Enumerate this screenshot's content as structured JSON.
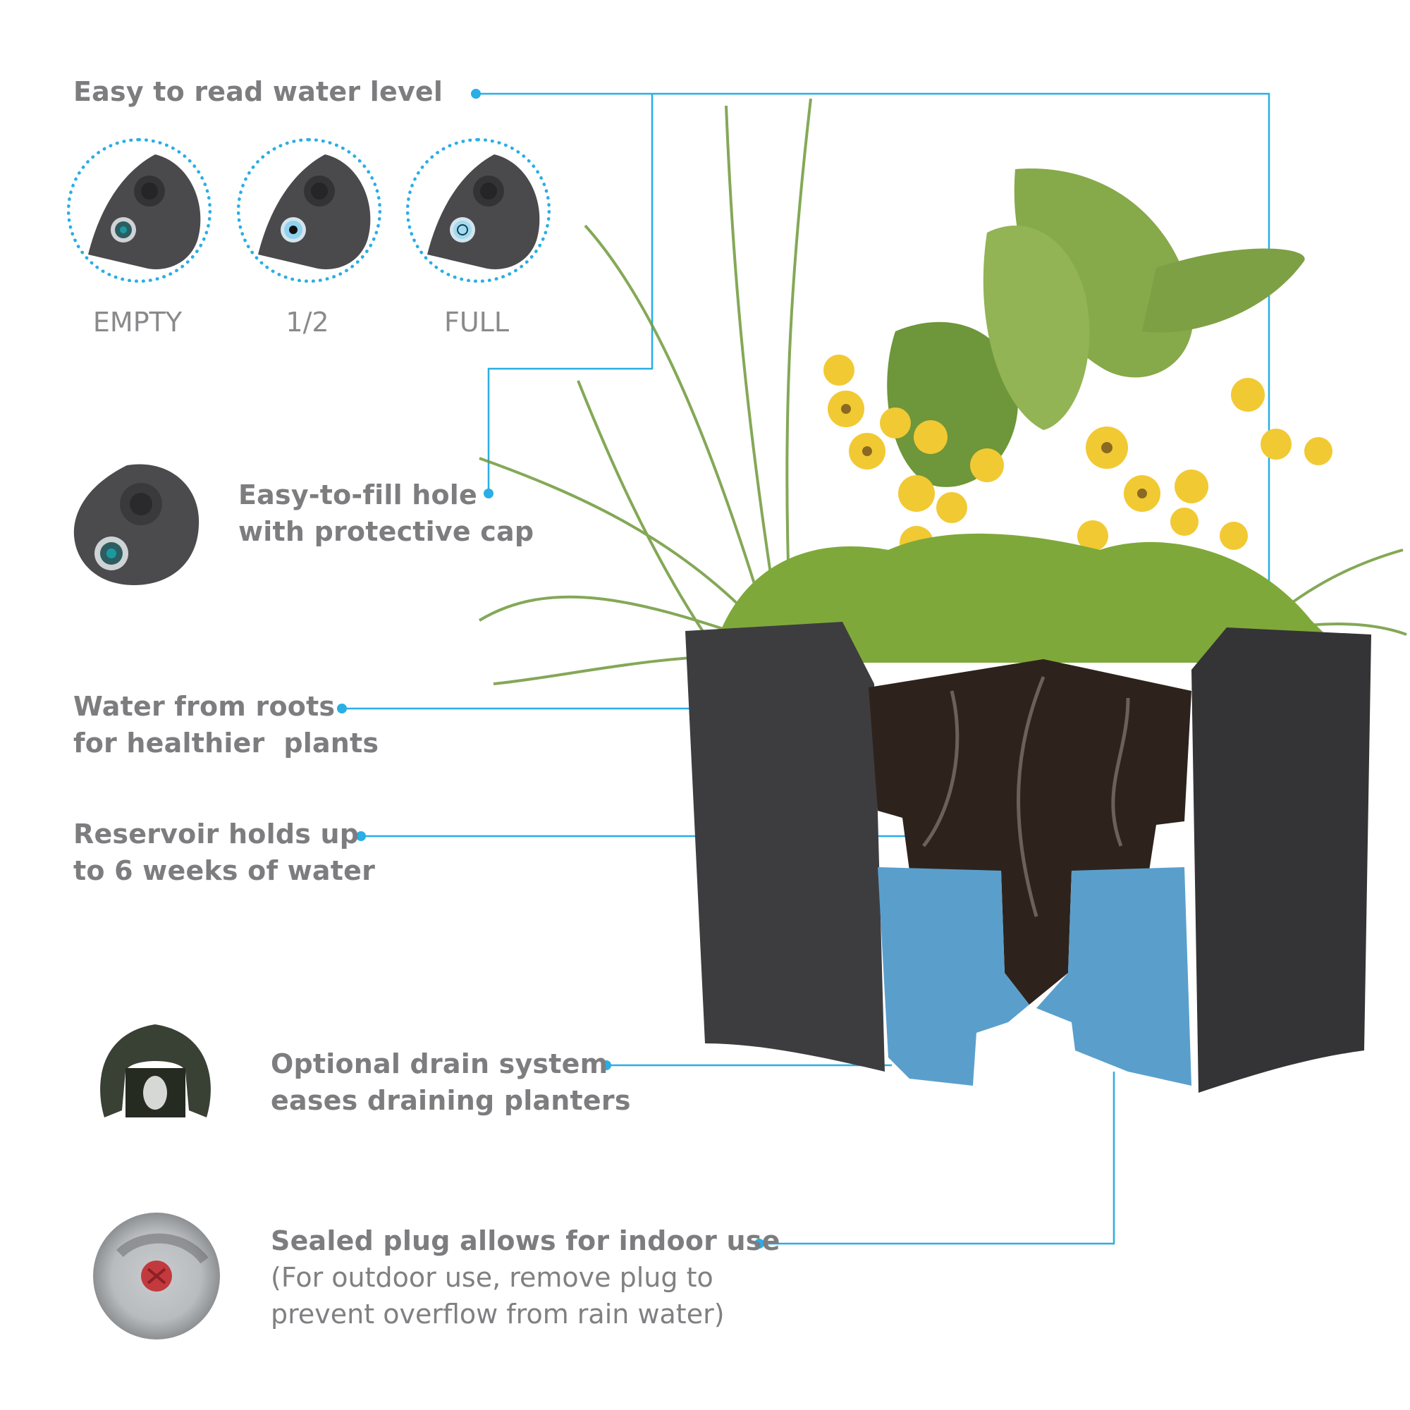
{
  "accent_color": "#29aee6",
  "text_color": "#7d7d80",
  "water_level": {
    "heading": "Easy to read water level",
    "levels": [
      {
        "label": "EMPTY",
        "icon": "indicator-empty-icon"
      },
      {
        "label": "1/2",
        "icon": "indicator-half-icon"
      },
      {
        "label": "FULL",
        "icon": "indicator-full-icon"
      }
    ]
  },
  "features": [
    {
      "id": "fill-hole",
      "lines": [
        "Easy-to-fill hole",
        "with protective cap"
      ],
      "icon": "fill-hole-cap-icon"
    },
    {
      "id": "roots",
      "lines": [
        "Water from roots",
        "for healthier  plants"
      ]
    },
    {
      "id": "reservoir",
      "lines": [
        "Reservoir holds up",
        "to 6 weeks of water"
      ]
    },
    {
      "id": "drain",
      "lines": [
        "Optional drain system",
        "eases draining planters"
      ],
      "icon": "drain-system-icon"
    },
    {
      "id": "plug",
      "lines": [
        "Sealed plug allows for indoor use"
      ],
      "note_lines": [
        "(For outdoor use, remove plug to",
        "prevent overflow from rain water)"
      ],
      "icon": "sealed-plug-icon"
    }
  ],
  "product_image": {
    "subject": "self-watering planter cutaway with plants",
    "planter_color": "#3a3a3c",
    "soil_color": "#2e231c",
    "water_color": "#5a9fcc",
    "flower_color": "#f1c933",
    "foliage_color": "#7fa83a"
  }
}
